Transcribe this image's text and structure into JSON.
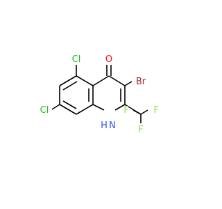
{
  "molecule": {
    "atoms": {
      "O": "O",
      "Br": "Br",
      "Cl5": "Cl",
      "Cl7": "Cl",
      "NH": "H",
      "N": "N",
      "F1": "F",
      "F2": "F",
      "F3": "F"
    },
    "colors": {
      "bond": "#000000",
      "O": "#ff0d0d",
      "Br": "#a62929",
      "Cl": "#1fbf1f",
      "N": "#3050f8",
      "F": "#90e050"
    }
  }
}
